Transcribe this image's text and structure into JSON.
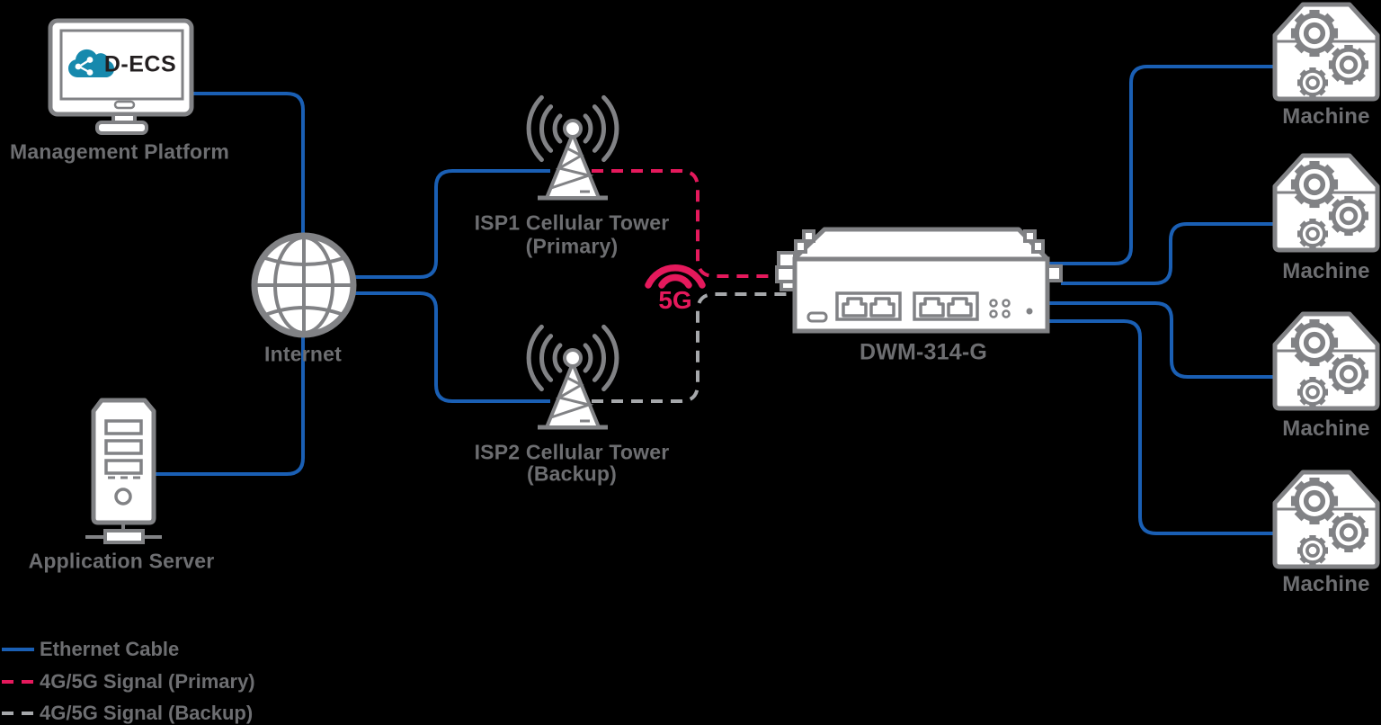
{
  "colors": {
    "background": "#000000",
    "ethernet": "#1A5FB4",
    "primary": "#E5195C",
    "backup": "#A6A8AB",
    "icon": "#818285",
    "label": "#6D6E71",
    "cloud": "#1789AD",
    "dark": "#231F20"
  },
  "nodes": {
    "management_platform": {
      "label": "Management Platform",
      "logo": "D-ECS",
      "icon": "desktop-monitor-icon"
    },
    "internet": {
      "label": "Internet",
      "icon": "globe-icon"
    },
    "application_server": {
      "label": "Application Server",
      "icon": "server-tower-icon"
    },
    "isp1_tower": {
      "label": "ISP1 Cellular Tower",
      "sublabel": "(Primary)",
      "icon": "cellular-tower-icon"
    },
    "isp2_tower": {
      "label": "ISP2 Cellular Tower",
      "sublabel": "(Backup)",
      "icon": "cellular-tower-icon"
    },
    "signal_5g": {
      "label": "5G",
      "icon": "5g-signal-icon"
    },
    "router": {
      "label": "DWM-314-G",
      "icon": "cellular-router-icon"
    },
    "machines": [
      {
        "label": "Machine"
      },
      {
        "label": "Machine"
      },
      {
        "label": "Machine"
      },
      {
        "label": "Machine"
      }
    ]
  },
  "legend": {
    "items": [
      {
        "label": "Ethernet Cable",
        "style": "solid",
        "color": "#1A5FB4"
      },
      {
        "label": "4G/5G Signal (Primary)",
        "style": "dashed",
        "color": "#E5195C"
      },
      {
        "label": "4G/5G Signal (Backup)",
        "style": "dashed",
        "color": "#A6A8AB"
      }
    ]
  }
}
